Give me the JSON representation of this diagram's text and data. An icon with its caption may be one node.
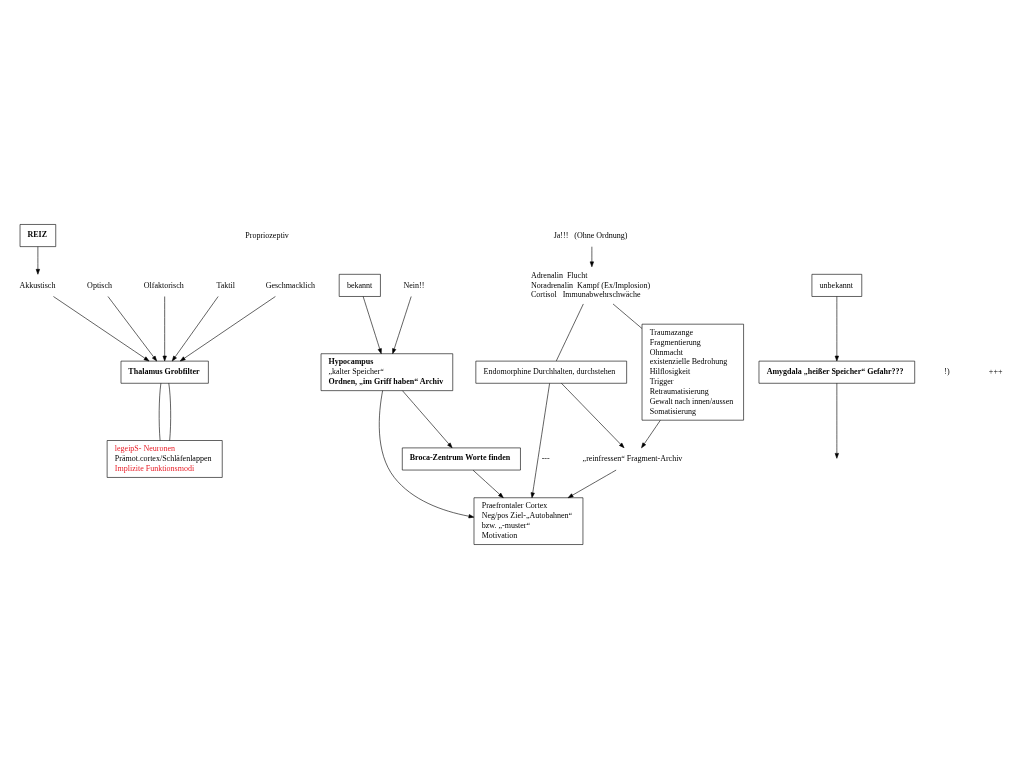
{
  "diagram": {
    "nodes": [
      {
        "text": [
          "REIZ"
        ]
      },
      {
        "text": [
          "Optisch"
        ]
      },
      {
        "text": [
          "Akkustisch"
        ]
      },
      {
        "text": [
          "Olfaktorisch"
        ]
      },
      {
        "text": [
          "Taktil"
        ]
      },
      {
        "text": [
          "Geschmacklich"
        ]
      },
      {
        "text": [
          "Propriozeptiv"
        ]
      },
      {
        "text": [
          "Thalamus Grobfilter"
        ]
      },
      {
        "text": [
          "legeipS- Neuronen",
          "Prämot.cortex/Schläfenlappen",
          "Implizite Funktionsmodi"
        ]
      },
      {
        "text": [
          "bekannt"
        ]
      },
      {
        "text": [
          "unbekannt"
        ]
      },
      {
        "text": [
          "Amygdala „heißer Speicher“ Gefahr???"
        ]
      },
      {
        "text": [
          "Nein!!"
        ]
      },
      {
        "text": [
          "Hypocampus",
          "„kalter Speicher“",
          "Ordnen, „im Griff haben“ Archiv"
        ]
      },
      {
        "text": [
          "Ja!!!   (Ohne Ordnung)"
        ]
      },
      {
        "text": [
          "Broca-Zentrum Worte finden"
        ]
      },
      {
        "text": [
          "Adrenalin  Flucht",
          "Noradrenalin  Kampf (Ex/Implosion)",
          "Cortisol   Immunabwehrschwäche"
        ]
      },
      {
        "text": [
          "Endomorphine Durchhalten, durchstehen"
        ]
      },
      {
        "text": [
          "Traumazange",
          "Fragmentierung",
          "Ohnmacht",
          "existenzielle Bedrohung",
          "Hilflosigkeit",
          "Trigger",
          "Retraumatisierung",
          "Gewalt nach innen/aussen",
          "Somatisierung"
        ]
      },
      {
        "text": [
          "„reinfressen“ Fragment-Archiv"
        ]
      },
      {
        "text": [
          "Praefrontaler Cortex",
          "Neg/pos Ziel-„Autobahnen“",
          "bzw. „-muster“",
          "Motivation"
        ]
      }
    ],
    "edges": [
      {
        "from": 0,
        "to": 2,
        "arrow": "to"
      },
      {
        "from": 1,
        "to": 7,
        "arrow": "to"
      },
      {
        "from": 2,
        "to": 7,
        "arrow": "to"
      },
      {
        "from": 3,
        "to": 7,
        "arrow": "to"
      },
      {
        "from": 4,
        "to": 7,
        "arrow": "to"
      },
      {
        "from": 5,
        "to": 7,
        "arrow": "to"
      },
      {
        "from": 7,
        "to": 8,
        "arrow": "none"
      },
      {
        "from": 7,
        "to": 8,
        "arrow": "none"
      },
      {
        "from": 9,
        "to": 13,
        "arrow": "to"
      },
      {
        "from": 10,
        "to": 11,
        "arrow": "to"
      },
      {
        "from": 12,
        "to": 13,
        "arrow": "to"
      },
      {
        "from": 11,
        "to": null,
        "arrow": "to"
      },
      {
        "from": 13,
        "to": 15,
        "arrow": "to"
      },
      {
        "from": 14,
        "to": 16,
        "arrow": "to"
      },
      {
        "from": 16,
        "to": 17,
        "arrow": "none"
      },
      {
        "from": 16,
        "to": 18,
        "arrow": "none"
      },
      {
        "from": 13,
        "to": 20,
        "arrow": "to"
      },
      {
        "from": 15,
        "to": 20,
        "arrow": "to"
      },
      {
        "from": 17,
        "to": 20,
        "arrow": "to",
        "label": "---"
      },
      {
        "from": 17,
        "to": 19,
        "arrow": "to"
      },
      {
        "from": 18,
        "to": 19,
        "arrow": "to"
      },
      {
        "from": 19,
        "to": 20,
        "arrow": "to"
      }
    ],
    "labels": [
      "!)",
      "+++"
    ]
  }
}
